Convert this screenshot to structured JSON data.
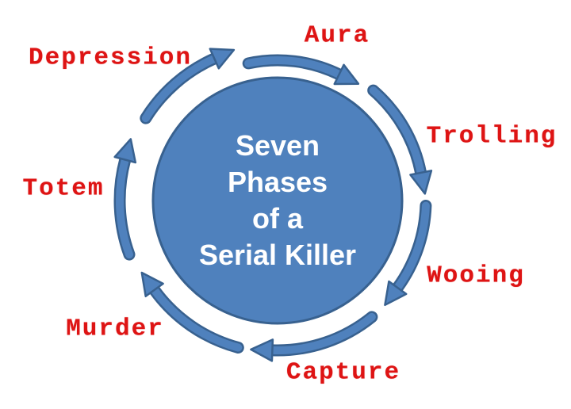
{
  "center": {
    "lines": [
      "Seven",
      "Phases",
      "of a",
      "Serial Killer"
    ]
  },
  "phases": [
    {
      "label": "Aura"
    },
    {
      "label": "Trolling"
    },
    {
      "label": "Wooing"
    },
    {
      "label": "Capture"
    },
    {
      "label": "Murder"
    },
    {
      "label": "Totem"
    },
    {
      "label": "Depression"
    }
  ],
  "colors": {
    "circle_fill": "#4F81BD",
    "outline": "#38618F",
    "arrow_fill": "#4F81BD",
    "label_red": "#DE1414",
    "center_text": "#FFFFFF",
    "background": "#FFFFFF"
  }
}
